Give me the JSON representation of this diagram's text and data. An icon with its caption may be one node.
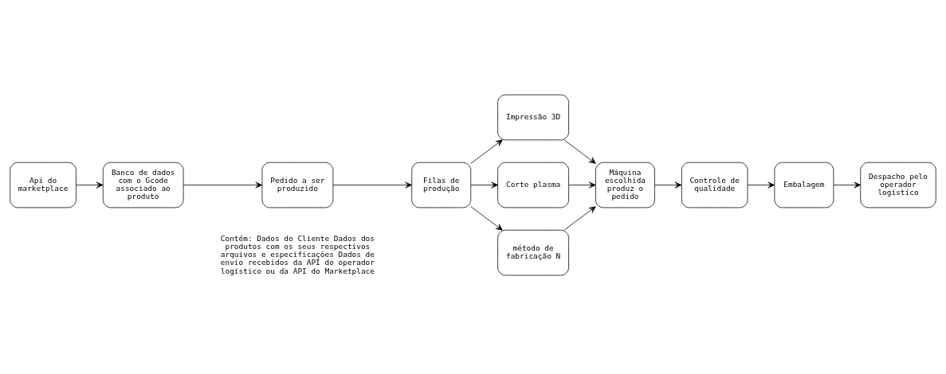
{
  "diagram": {
    "nodes": [
      {
        "text": [
          "Api do marketplace"
        ]
      },
      {
        "text": [
          "Banco de dados com o Gcode associado ao produto"
        ]
      },
      {
        "text": [
          "Pedido a ser produzido"
        ]
      },
      {
        "text": [
          "Filas de produção"
        ]
      },
      {
        "text": [
          "Impressão 3D"
        ]
      },
      {
        "text": [
          "Corte plasma"
        ]
      },
      {
        "text": [
          "método de fabricação N"
        ]
      },
      {
        "text": [
          "Máquina escolhida produz o pedido"
        ]
      },
      {
        "text": [
          "Controle de qualidade"
        ]
      },
      {
        "text": [
          "Embalagem"
        ]
      },
      {
        "text": [
          "Despacho pelo operador logístico"
        ]
      }
    ],
    "edges": [
      {
        "from": 0,
        "to": 1,
        "arrow": "to"
      },
      {
        "from": 1,
        "to": 2,
        "arrow": "to"
      },
      {
        "from": 2,
        "to": 3,
        "arrow": "to"
      },
      {
        "from": 3,
        "to": 4,
        "arrow": "to"
      },
      {
        "from": 3,
        "to": 5,
        "arrow": "to"
      },
      {
        "from": 3,
        "to": 6,
        "arrow": "to"
      },
      {
        "from": 4,
        "to": 7,
        "arrow": "to"
      },
      {
        "from": 5,
        "to": 7,
        "arrow": "to"
      },
      {
        "from": 6,
        "to": 7,
        "arrow": "to"
      },
      {
        "from": 7,
        "to": 8,
        "arrow": "to"
      },
      {
        "from": 8,
        "to": 9,
        "arrow": "to"
      },
      {
        "from": 9,
        "to": 10,
        "arrow": "to"
      }
    ],
    "labels": [
      "Contém: Dados do Cliente Dados dos produtos com os seus respectivos arquivos e especificações Dados de envio recebidos da API do operador logístico ou da API do Marketplace"
    ]
  }
}
